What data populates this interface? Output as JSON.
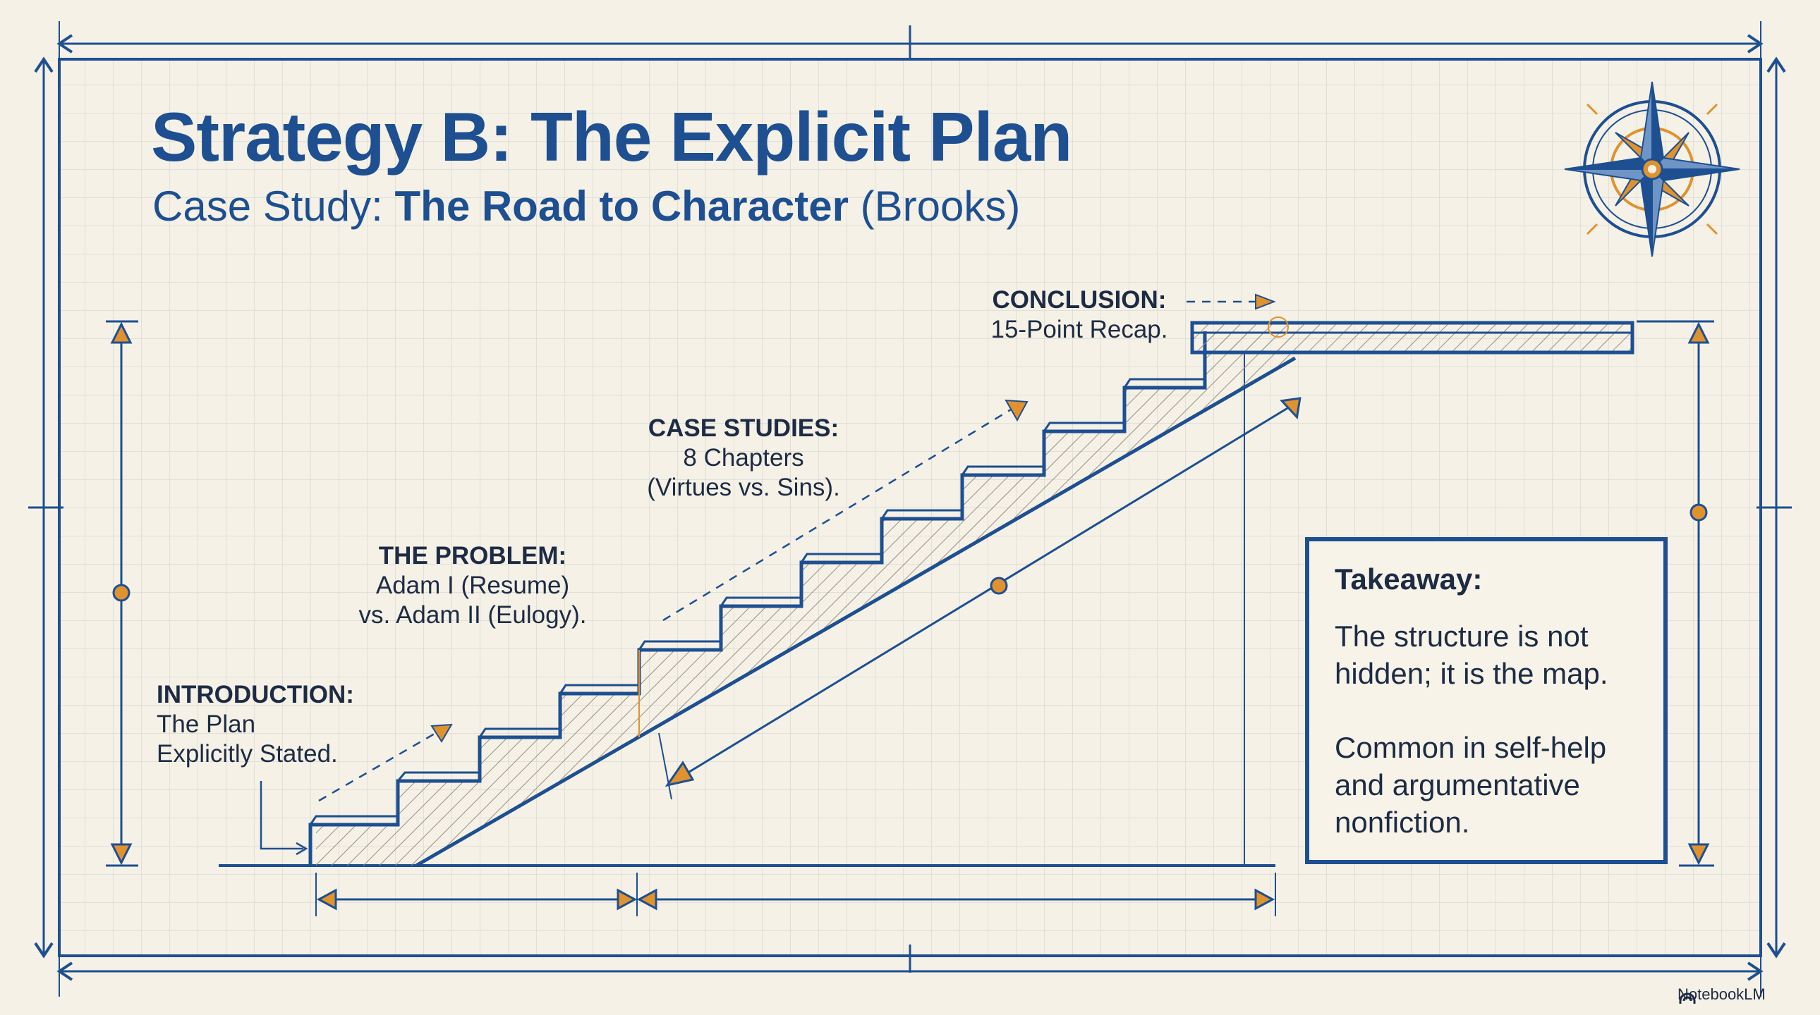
{
  "title": "Strategy B: The Explicit Plan",
  "subtitle": {
    "prefix": "Case Study: ",
    "book": "The Road to Character",
    "suffix": " (Brooks)"
  },
  "steps": {
    "introduction": {
      "heading": "INTRODUCTION:",
      "lines": [
        "The Plan",
        "Explicitly Stated."
      ]
    },
    "problem": {
      "heading": "THE PROBLEM:",
      "lines": [
        "Adam I (Resume)",
        "vs. Adam II (Eulogy)."
      ]
    },
    "case_studies": {
      "heading": "CASE STUDIES:",
      "lines": [
        "8 Chapters",
        "(Virtues vs. Sins)."
      ]
    },
    "conclusion": {
      "heading": "CONCLUSION:",
      "lines": [
        "15-Point Recap."
      ]
    }
  },
  "takeaway": {
    "heading": "Takeaway:",
    "paragraph1": [
      "The structure is not",
      "hidden; it is the map."
    ],
    "paragraph2": [
      "Common in self-help",
      "and argumentative",
      "nonfiction."
    ]
  },
  "brand": "NotebookLM",
  "colors": {
    "background": "#f5f1e6",
    "grid": "#d6d8d2",
    "ink": "#1d4f91",
    "text": "#1d2b44",
    "accent": "#e0922e"
  },
  "icons": [
    "compass-rose-icon",
    "notebooklm-logo-icon"
  ]
}
